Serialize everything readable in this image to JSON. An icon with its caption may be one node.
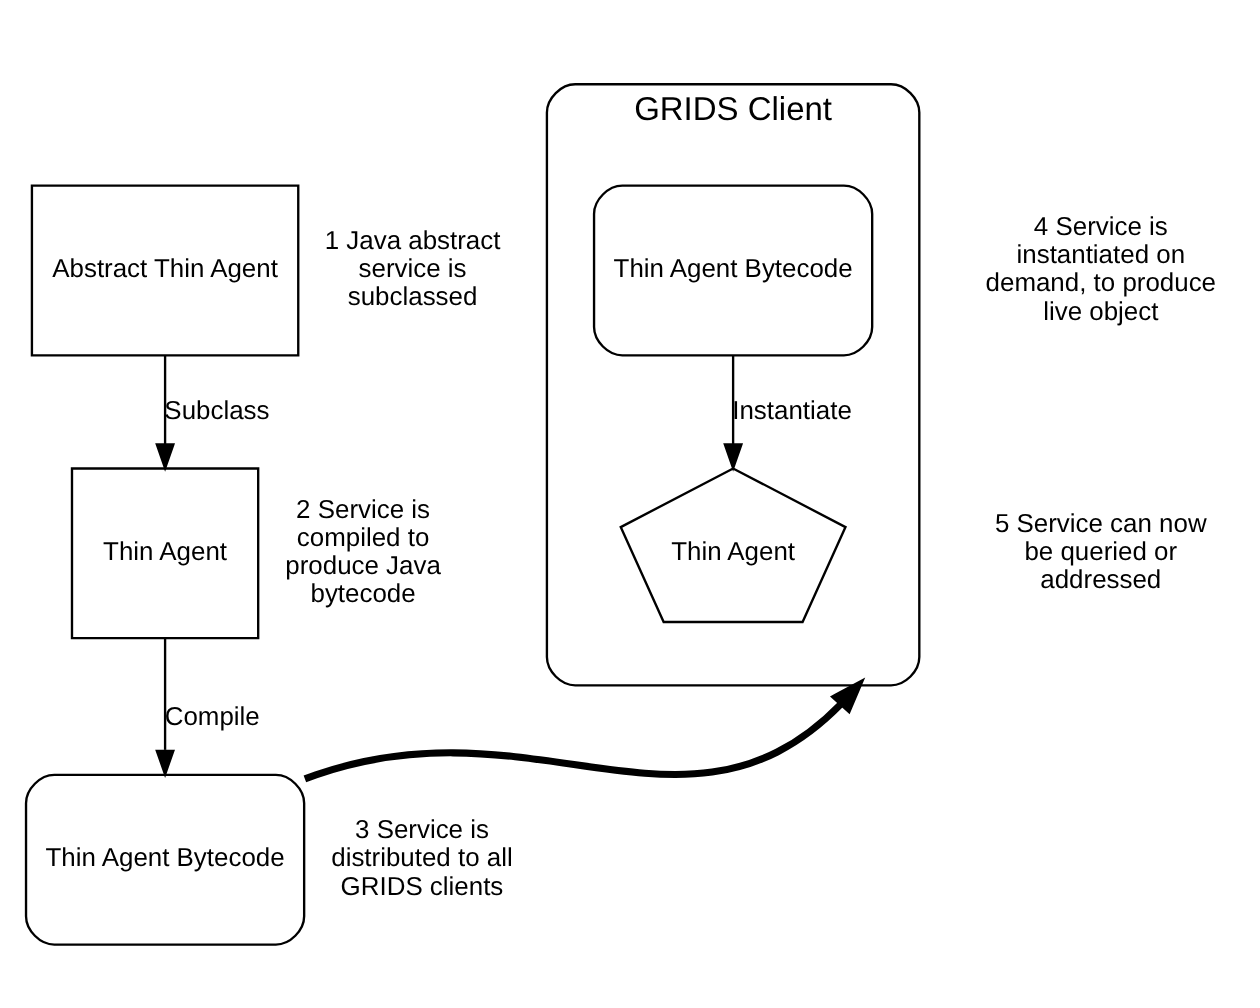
{
  "diagram": {
    "nodes": [
      {
        "text": [
          "Abstract Thin Agent"
        ],
        "beside": [
          "1 Java abstract service is subclassed"
        ]
      },
      {
        "text": [
          "Thin Agent"
        ],
        "beside": [
          "2 Service is compiled to produce Java bytecode"
        ]
      },
      {
        "text": [
          "Thin Agent Bytecode"
        ],
        "beside": [
          "3 Service is distributed to all GRIDS clients"
        ]
      },
      {
        "text": [
          "GRIDS Client"
        ]
      },
      {
        "text": [
          "Thin Agent Bytecode"
        ],
        "in": 3
      },
      {
        "text": [
          "Thin Agent"
        ],
        "in": 3
      }
    ],
    "edges": [
      {
        "from": 0,
        "to": 1,
        "arrow": "to",
        "label": "Subclass"
      },
      {
        "from": 1,
        "to": 2,
        "arrow": "to",
        "label": "Compile"
      },
      {
        "from": 2,
        "to": 3,
        "arrow": "to",
        "style": "thick"
      },
      {
        "from": 4,
        "to": 5,
        "arrow": "to",
        "label": "Instantiate"
      }
    ],
    "labels": [
      "4 Service is instantiated on demand, to produce live object",
      "5 Service can now be queried or addressed"
    ]
  }
}
